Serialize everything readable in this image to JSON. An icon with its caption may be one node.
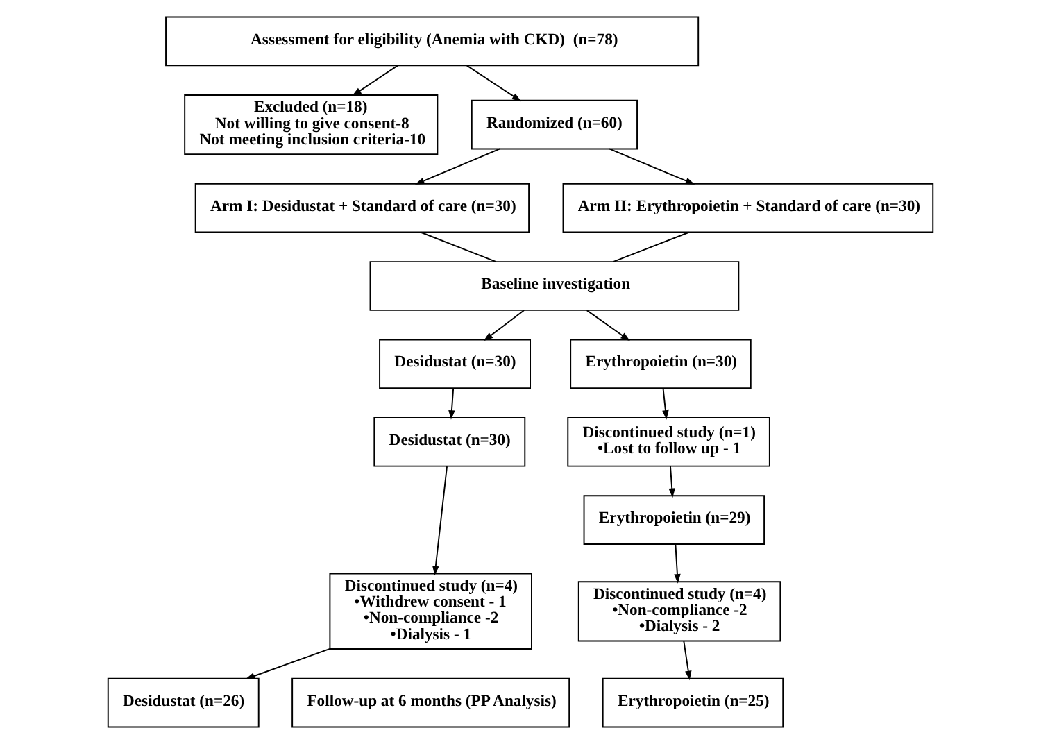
{
  "diagram": {
    "nodes": [
      {
        "text": [
          "Assessment for eligibility (Anemia with CKD)  (n=78)"
        ]
      },
      {
        "text": [
          "Excluded (n=18)",
          "Not willing to give consent-8",
          "Not meeting inclusion criteria-10"
        ]
      },
      {
        "text": [
          "Randomized (n=60)"
        ]
      },
      {
        "text": [
          "Arm I: Desidustat + Standard of care (n=30)"
        ]
      },
      {
        "text": [
          "Arm II: Erythropoietin + Standard of care (n=30)"
        ]
      },
      {
        "text": [
          "Baseline investigation"
        ]
      },
      {
        "text": [
          "Desidustat (n=30)"
        ]
      },
      {
        "text": [
          "Erythropoietin (n=30)"
        ]
      },
      {
        "text": [
          "Discontinued study (n=1)",
          "•Lost to follow up - 1"
        ]
      },
      {
        "text": [
          "Desidustat (n=30)"
        ]
      },
      {
        "text": [
          "Erythropoietin (n=29)"
        ]
      },
      {
        "text": [
          "Discontinued study (n=4)",
          "•Withdrew consent - 1",
          "•Non-compliance -2",
          "•Dialysis - 1"
        ]
      },
      {
        "text": [
          "Discontinued study (n=4)",
          "•Non-compliance -2",
          "•Dialysis - 2"
        ]
      },
      {
        "text": [
          "Desidustat (n=26)"
        ]
      },
      {
        "text": [
          "Follow-up at 6 months (PP Analysis)"
        ]
      },
      {
        "text": [
          "Erythropoietin (n=25)"
        ]
      }
    ],
    "edges": [
      {
        "from": 0,
        "to": 2,
        "arrow": "to"
      },
      {
        "from": 0,
        "to": 1,
        "arrow": "to"
      },
      {
        "from": 2,
        "to": 3,
        "arrow": "to"
      },
      {
        "from": 2,
        "to": 4,
        "arrow": "to"
      },
      {
        "from": 3,
        "to": 5,
        "arrow": "none"
      },
      {
        "from": 4,
        "to": 5,
        "arrow": "none"
      },
      {
        "from": 5,
        "to": 6,
        "arrow": "to"
      },
      {
        "from": 5,
        "to": 7,
        "arrow": "to"
      },
      {
        "from": 6,
        "to": 9,
        "arrow": "to"
      },
      {
        "from": 9,
        "to": 11,
        "arrow": "to"
      },
      {
        "from": 11,
        "to": 13,
        "arrow": "to"
      },
      {
        "from": 7,
        "to": 8,
        "arrow": "to"
      },
      {
        "from": 8,
        "to": 10,
        "arrow": "to"
      },
      {
        "from": 10,
        "to": 12,
        "arrow": "to"
      },
      {
        "from": 12,
        "to": 15,
        "arrow": "to"
      }
    ]
  }
}
